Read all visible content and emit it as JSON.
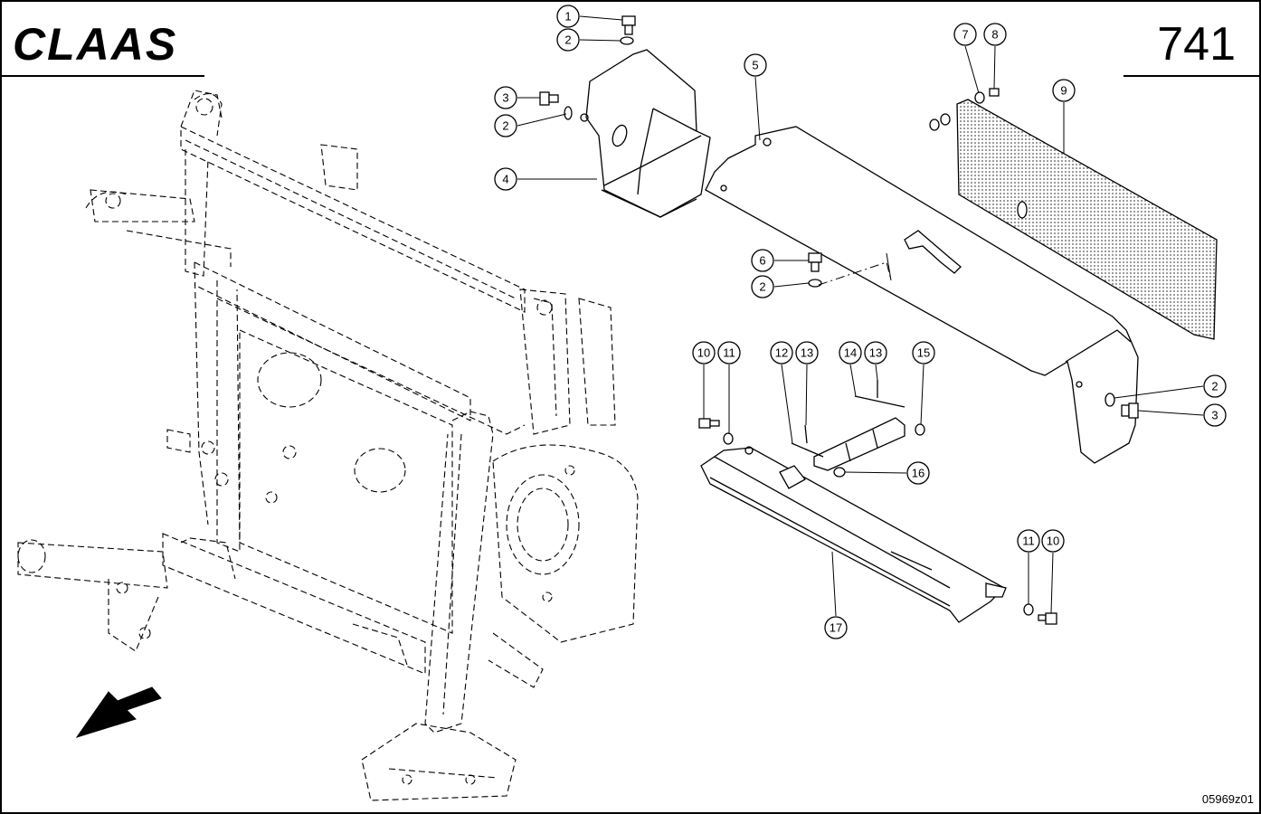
{
  "header": {
    "brand": "CLAAS",
    "page_number": "741"
  },
  "footer": {
    "drawing_ref": "05969z01"
  },
  "callouts": [
    {
      "id": "c1",
      "label": "1"
    },
    {
      "id": "c2a",
      "label": "2"
    },
    {
      "id": "c3a",
      "label": "3"
    },
    {
      "id": "c2b",
      "label": "2"
    },
    {
      "id": "c4",
      "label": "4"
    },
    {
      "id": "c5",
      "label": "5"
    },
    {
      "id": "c7",
      "label": "7"
    },
    {
      "id": "c8",
      "label": "8"
    },
    {
      "id": "c9",
      "label": "9"
    },
    {
      "id": "c6",
      "label": "6"
    },
    {
      "id": "c2c",
      "label": "2"
    },
    {
      "id": "c10a",
      "label": "10"
    },
    {
      "id": "c11a",
      "label": "11"
    },
    {
      "id": "c12",
      "label": "12"
    },
    {
      "id": "c13a",
      "label": "13"
    },
    {
      "id": "c14",
      "label": "14"
    },
    {
      "id": "c13b",
      "label": "13"
    },
    {
      "id": "c15",
      "label": "15"
    },
    {
      "id": "c2d",
      "label": "2"
    },
    {
      "id": "c3b",
      "label": "3"
    },
    {
      "id": "c16",
      "label": "16"
    },
    {
      "id": "c11b",
      "label": "11"
    },
    {
      "id": "c10b",
      "label": "10"
    },
    {
      "id": "c17",
      "label": "17"
    }
  ]
}
